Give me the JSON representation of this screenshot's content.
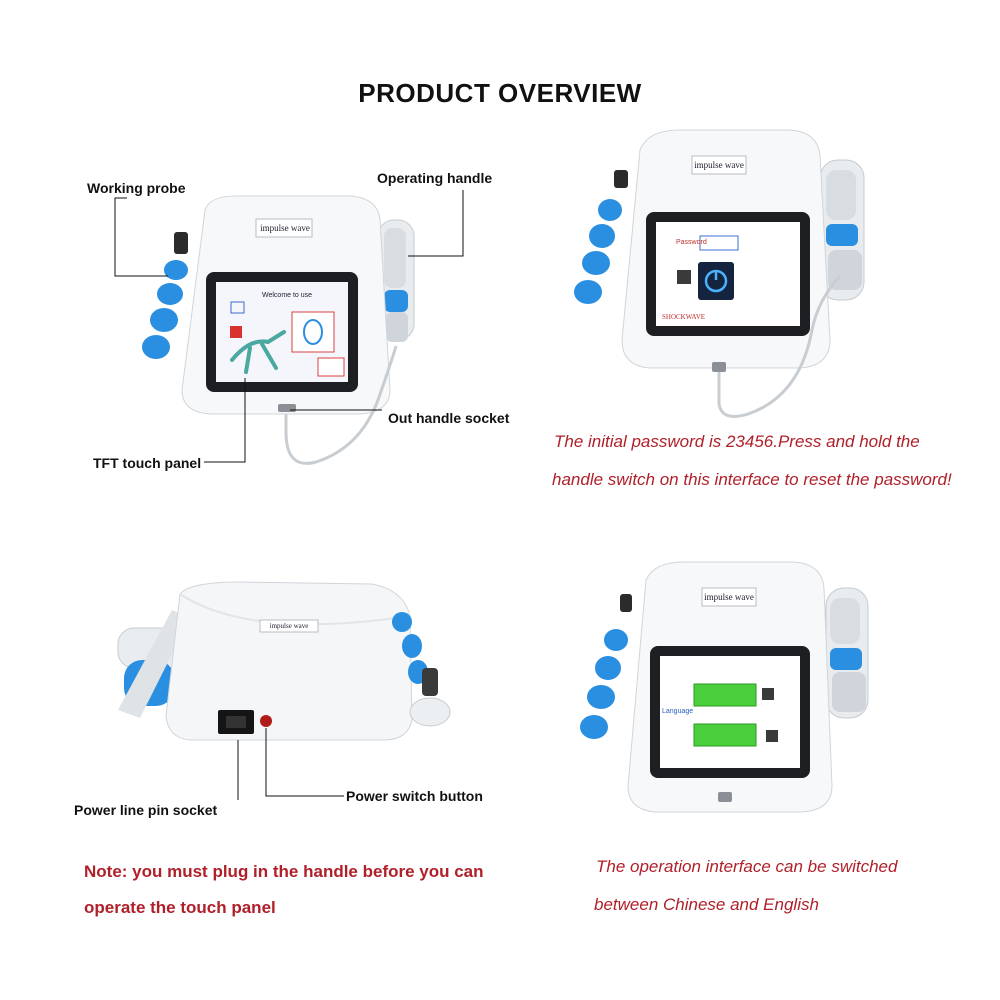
{
  "title": "PRODUCT OVERVIEW",
  "panel1": {
    "labels": {
      "working_probe": "Working probe",
      "operating_handle": "Operating handle",
      "out_handle_socket": "Out handle socket",
      "tft_touch_panel": "TFT touch panel"
    },
    "device_brand": "impulse wave",
    "screen_welcome": "Welcome to use"
  },
  "panel2": {
    "device_brand": "impulse wave",
    "screen_password_label": "Password",
    "screen_brand": "SHOCKWAVE",
    "caption_line1": "The initial password is 23456.Press and hold the",
    "caption_line2": "handle switch on this interface to reset the password!"
  },
  "panel3": {
    "device_brand": "impulse wave",
    "labels": {
      "power_line_pin_socket": "Power line pin socket",
      "power_switch_button": "Power switch button"
    },
    "note_line1": "Note: you must plug in the handle before you can",
    "note_line2": "operate the touch panel"
  },
  "panel4": {
    "device_brand": "impulse wave",
    "screen_language_label": "Language",
    "caption_line1": "The operation interface can be switched",
    "caption_line2": "between Chinese and English"
  },
  "colors": {
    "probe_blue": "#2a8fe0",
    "screen_bezel": "#1d1f22",
    "caption_red": "#b0202a",
    "button_green": "#4ccf3c"
  }
}
